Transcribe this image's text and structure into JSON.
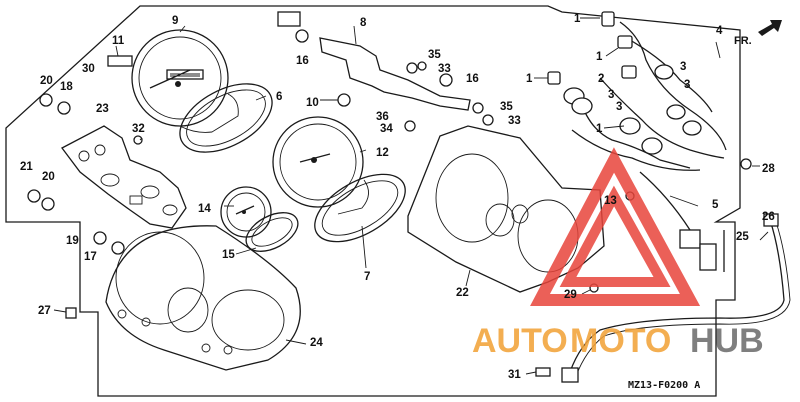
{
  "diagram": {
    "part_code": "MZ13-F0200 A",
    "direction_marker": "FR.",
    "labels": [
      {
        "id": "p1a",
        "text": "1"
      },
      {
        "id": "p1b",
        "text": "1"
      },
      {
        "id": "p1c",
        "text": "1"
      },
      {
        "id": "p1d",
        "text": "1"
      },
      {
        "id": "p2",
        "text": "2"
      },
      {
        "id": "p3a",
        "text": "3"
      },
      {
        "id": "p3b",
        "text": "3"
      },
      {
        "id": "p3c",
        "text": "3"
      },
      {
        "id": "p3d",
        "text": "3"
      },
      {
        "id": "p4",
        "text": "4"
      },
      {
        "id": "p5",
        "text": "5"
      },
      {
        "id": "p6",
        "text": "6"
      },
      {
        "id": "p7",
        "text": "7"
      },
      {
        "id": "p8",
        "text": "8"
      },
      {
        "id": "p9",
        "text": "9"
      },
      {
        "id": "p10",
        "text": "10"
      },
      {
        "id": "p11",
        "text": "11"
      },
      {
        "id": "p12",
        "text": "12"
      },
      {
        "id": "p13",
        "text": "13"
      },
      {
        "id": "p14",
        "text": "14"
      },
      {
        "id": "p15",
        "text": "15"
      },
      {
        "id": "p16a",
        "text": "16"
      },
      {
        "id": "p16b",
        "text": "16"
      },
      {
        "id": "p17",
        "text": "17"
      },
      {
        "id": "p18",
        "text": "18"
      },
      {
        "id": "p19",
        "text": "19"
      },
      {
        "id": "p20a",
        "text": "20"
      },
      {
        "id": "p20b",
        "text": "20"
      },
      {
        "id": "p21",
        "text": "21"
      },
      {
        "id": "p22",
        "text": "22"
      },
      {
        "id": "p23",
        "text": "23"
      },
      {
        "id": "p24",
        "text": "24"
      },
      {
        "id": "p25",
        "text": "25"
      },
      {
        "id": "p26",
        "text": "26"
      },
      {
        "id": "p27",
        "text": "27"
      },
      {
        "id": "p28",
        "text": "28"
      },
      {
        "id": "p29",
        "text": "29"
      },
      {
        "id": "p30",
        "text": "30"
      },
      {
        "id": "p31",
        "text": "31"
      },
      {
        "id": "p32",
        "text": "32"
      },
      {
        "id": "p33a",
        "text": "33"
      },
      {
        "id": "p33b",
        "text": "33"
      },
      {
        "id": "p34",
        "text": "34"
      },
      {
        "id": "p35a",
        "text": "35"
      },
      {
        "id": "p35b",
        "text": "35"
      },
      {
        "id": "p36",
        "text": "36"
      }
    ]
  },
  "watermark": {
    "word_a": "AUTO",
    "word_b": "MOTO",
    "word_c": "HUB",
    "color_red": "#e8453c",
    "color_orange": "#f2a33a",
    "color_gray": "#6e6e6e"
  }
}
